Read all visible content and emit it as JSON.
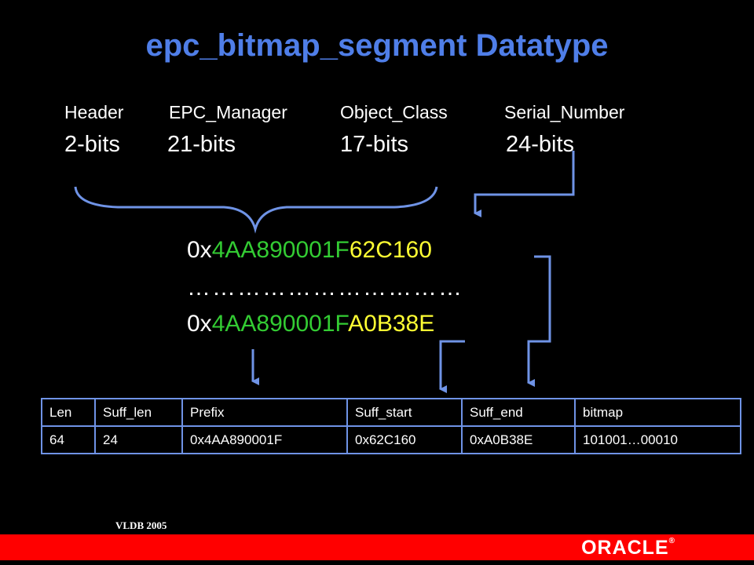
{
  "slide": {
    "title": "epc_bitmap_segment Datatype",
    "fields": [
      {
        "name": "Header",
        "bits": "2-bits"
      },
      {
        "name": "EPC_Manager",
        "bits": "21-bits"
      },
      {
        "name": "Object_Class",
        "bits": "17-bits"
      },
      {
        "name": "Serial_Number",
        "bits": "24-bits"
      }
    ],
    "epc_first": {
      "prefix_marker": "0x",
      "prefix": "4AA890001F",
      "suffix": "62C160"
    },
    "ellipsis": "……………………………",
    "epc_last": {
      "prefix_marker": "0x",
      "prefix": "4AA890001F",
      "suffix": "A0B38E"
    },
    "colors": {
      "title": "#4f7ee8",
      "prefix": "#33cc33",
      "suffix": "#ffff33",
      "connector": "#6f93e6",
      "footer_bar": "#ff0000"
    }
  },
  "table": {
    "headers": [
      "Len",
      "Suff_len",
      "Prefix",
      "Suff_start",
      "Suff_end",
      "bitmap"
    ],
    "rows": [
      [
        "64",
        "24",
        "0x4AA890001F",
        "0x62C160",
        "0xA0B38E",
        "101001…00010"
      ]
    ]
  },
  "footer": {
    "conference": "VLDB 2005",
    "logo": "ORACLE",
    "logo_mark": "®"
  }
}
